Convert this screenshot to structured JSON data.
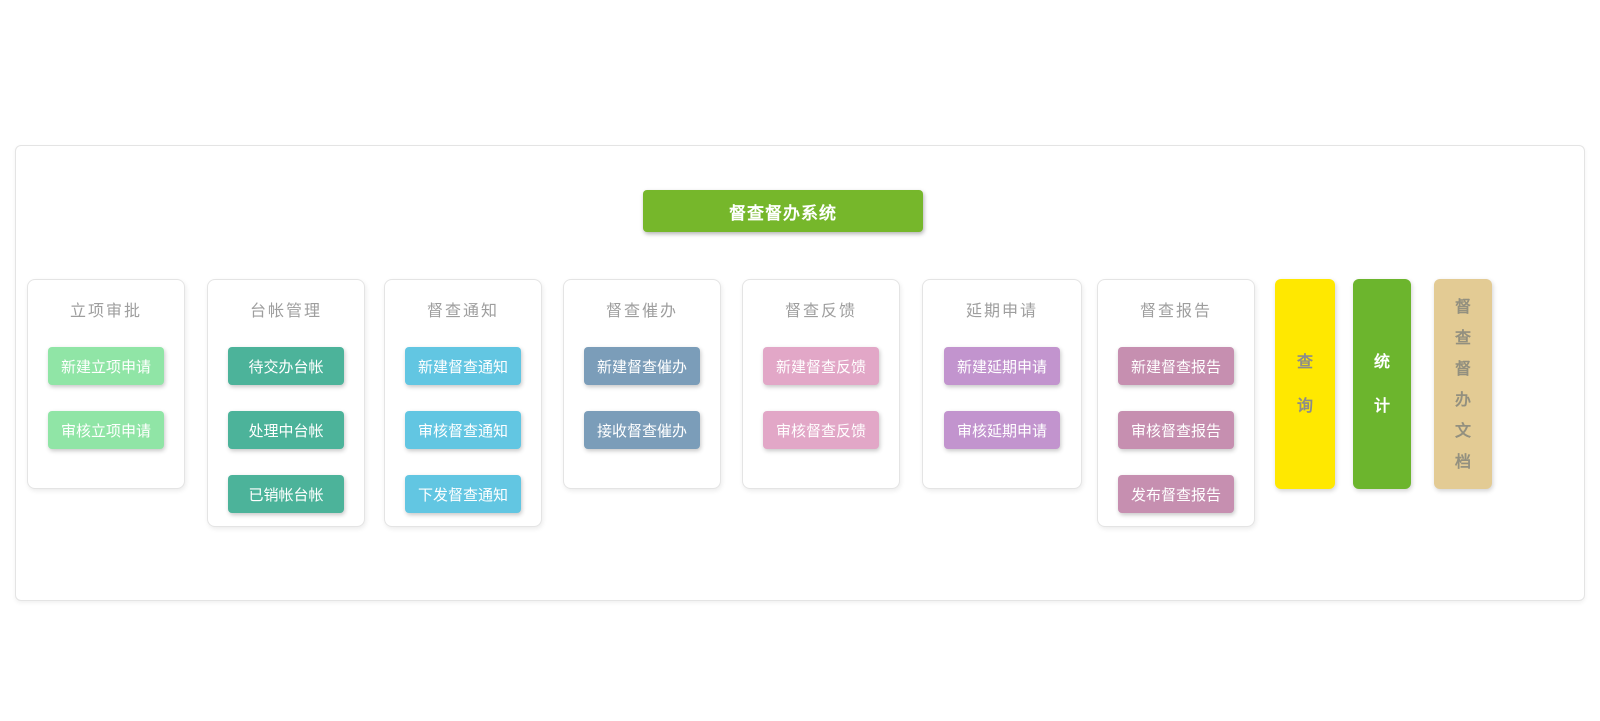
{
  "header": {
    "title": "督查督办系统",
    "bg": "#76b72b",
    "text_color": "#ffffff"
  },
  "title_color": "#9e9e9e",
  "columns": [
    {
      "title": "立项审批",
      "btn_bg": "#90e5a6",
      "btn_text_color": "#ffffff",
      "buttons": [
        "新建立项申请",
        "审核立项申请"
      ]
    },
    {
      "title": "台帐管理",
      "btn_bg": "#4cb39a",
      "btn_text_color": "#ffffff",
      "buttons": [
        "待交办台帐",
        "处理中台帐",
        "已销帐台帐"
      ]
    },
    {
      "title": "督查通知",
      "btn_bg": "#62c6e2",
      "btn_text_color": "#ffffff",
      "buttons": [
        "新建督查通知",
        "审核督查通知",
        "下发督查通知"
      ]
    },
    {
      "title": "督查催办",
      "btn_bg": "#7b9db9",
      "btn_text_color": "#ffffff",
      "buttons": [
        "新建督查催办",
        "接收督查催办"
      ]
    },
    {
      "title": "督查反馈",
      "btn_bg": "#e2a7c7",
      "btn_text_color": "#ffffff",
      "buttons": [
        "新建督查反馈",
        "审核督查反馈"
      ]
    },
    {
      "title": "延期申请",
      "btn_bg": "#c294ce",
      "btn_text_color": "#ffffff",
      "buttons": [
        "新建延期申请",
        "审核延期申请"
      ]
    },
    {
      "title": "督查报告",
      "btn_bg": "#c68fb0",
      "btn_text_color": "#ffffff",
      "buttons": [
        "新建督查报告",
        "审核督查报告",
        "发布督查报告"
      ]
    }
  ],
  "side_buttons": [
    {
      "label": "查询",
      "bg": "#ffe800",
      "text_color": "#8c8c8c"
    },
    {
      "label": "统计",
      "bg": "#6cb52d",
      "text_color": "#ffffff"
    },
    {
      "label": "督查督办文档",
      "bg": "#e3cb94",
      "text_color": "#93907f"
    }
  ]
}
